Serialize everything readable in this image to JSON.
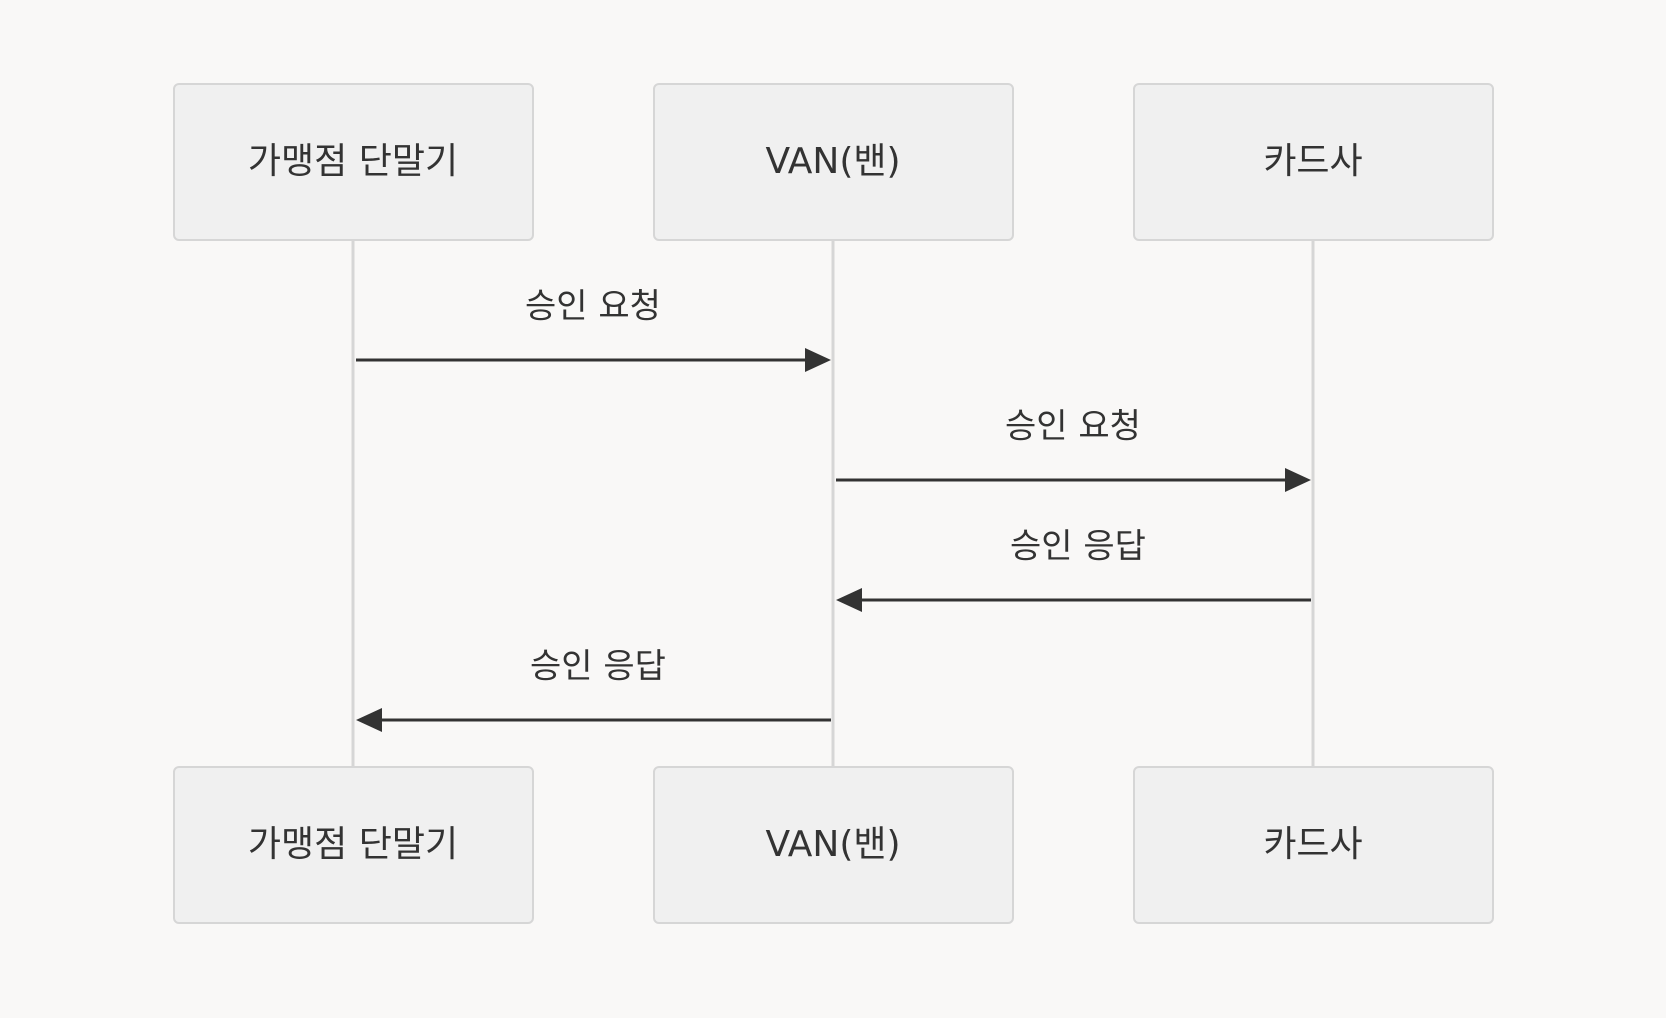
{
  "diagram": {
    "type": "sequence",
    "participants": [
      {
        "id": "merchant",
        "label": "가맹점 단말기"
      },
      {
        "id": "van",
        "label": "VAN(밴)"
      },
      {
        "id": "card",
        "label": "카드사"
      }
    ],
    "messages": [
      {
        "from": "merchant",
        "to": "van",
        "label": "승인 요청"
      },
      {
        "from": "van",
        "to": "card",
        "label": "승인 요청"
      },
      {
        "from": "card",
        "to": "van",
        "label": "승인 응답"
      },
      {
        "from": "van",
        "to": "merchant",
        "label": "승인 응답"
      }
    ],
    "colors": {
      "background": "#f9f8f7",
      "box_fill": "#f0f0f0",
      "box_border": "#d6d6d6",
      "lifeline": "#d6d6d6",
      "arrow": "#333333",
      "text": "#333333"
    }
  }
}
